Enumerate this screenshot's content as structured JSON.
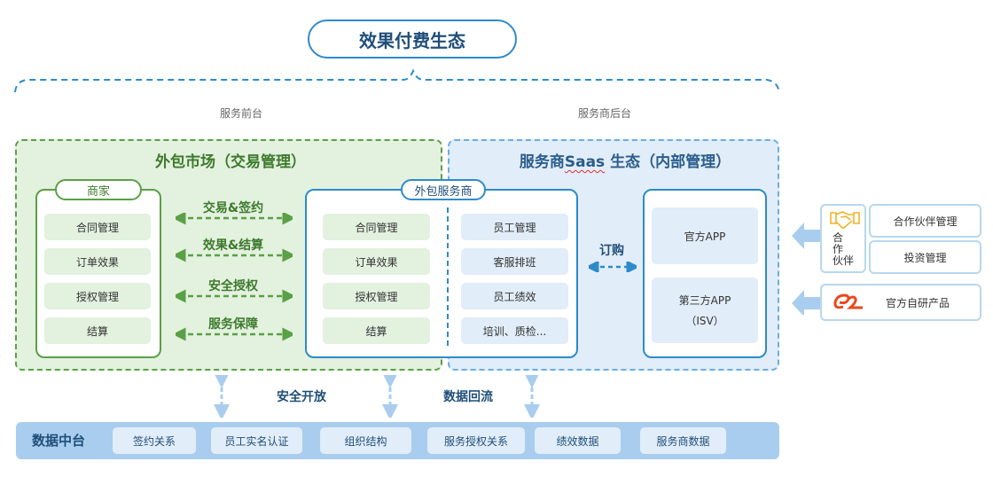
{
  "title": "效果付费生态",
  "sections": {
    "front": "服务前台",
    "back": "服务商后台"
  },
  "green_zone": {
    "title": "外包市场（交易管理）",
    "merchant": {
      "label": "商家",
      "items": [
        "合同管理",
        "订单效果",
        "授权管理",
        "结算"
      ]
    },
    "relations": [
      "交易&签约",
      "效果&结算",
      "安全授权",
      "服务保障"
    ]
  },
  "blue_zone": {
    "title_prefix": "服务商",
    "title_saas": "Saas",
    "title_suffix": " 生态（内部管理）",
    "provider": {
      "label": "外包服务商",
      "left_items": [
        "合同管理",
        "订单效果",
        "授权管理",
        "结算"
      ],
      "right_items": [
        "员工管理",
        "客服排班",
        "员工绩效",
        "培训、质检..."
      ]
    },
    "subscribe_label": "订购",
    "apps": [
      "官方APP",
      "第三方APP",
      "（ISV）"
    ]
  },
  "partners": {
    "partner_label": [
      "合",
      "作",
      "伙伴"
    ],
    "items": [
      "合作伙伴管理",
      "投资管理"
    ],
    "official": "官方自研产品"
  },
  "flows": {
    "open": "安全开放",
    "backflow": "数据回流"
  },
  "data_platform": {
    "title": "数据中台",
    "items": [
      "签约关系",
      "员工实名认证",
      "组织结构",
      "服务授权关系",
      "绩效数据",
      "服务商数据"
    ]
  },
  "colors": {
    "green": "#5aa046",
    "blue": "#2e8bc9",
    "light_blue": "#a9cdee",
    "handshake": "#f0b429",
    "alibaba": "#e8491d"
  }
}
